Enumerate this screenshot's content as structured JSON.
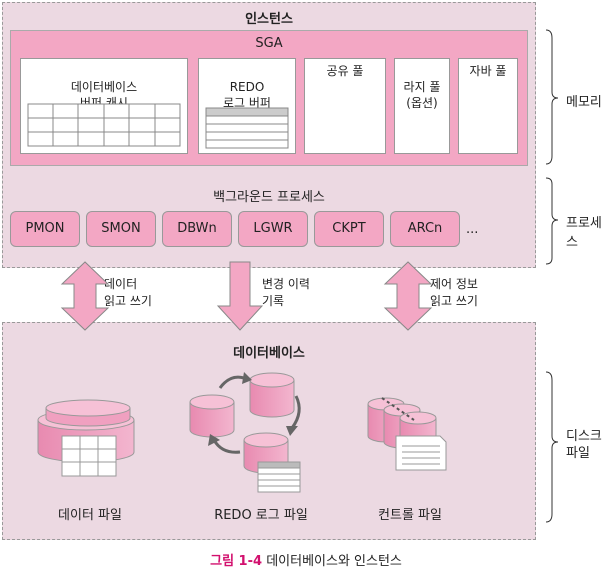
{
  "instance": {
    "title": "인스턴스",
    "sga_title": "SGA",
    "sga_boxes": {
      "buffer_cache": "데이터베이스\n버퍼 캐시",
      "redo_buffer": "REDO\n로그 버퍼",
      "shared_pool": "공유 풀",
      "large_pool": "라지 풀\n(옵션)",
      "java_pool": "자바 풀"
    },
    "bg_title": "백그라운드 프로세스",
    "processes": [
      "PMON",
      "SMON",
      "DBWn",
      "LGWR",
      "CKPT",
      "ARCn"
    ],
    "ellipsis": "..."
  },
  "arrows": {
    "left": "데이터\n읽고 쓰기",
    "middle": "변경 이력\n기록",
    "right": "제어 정보\n읽고 쓰기"
  },
  "database": {
    "title": "데이터베이스",
    "data_file": "데이터 파일",
    "redo_file": "REDO 로그 파일",
    "control_file": "컨트롤 파일"
  },
  "brackets": {
    "memory": "메모리",
    "process": "프로세스",
    "disk": "디스크\n파일"
  },
  "caption": {
    "number": "그림 1-4",
    "text": "데이터베이스와 인스턴스"
  },
  "colors": {
    "pink": "#f3a7c4",
    "panel": "#ecd9e2",
    "accent": "#d2106e"
  }
}
